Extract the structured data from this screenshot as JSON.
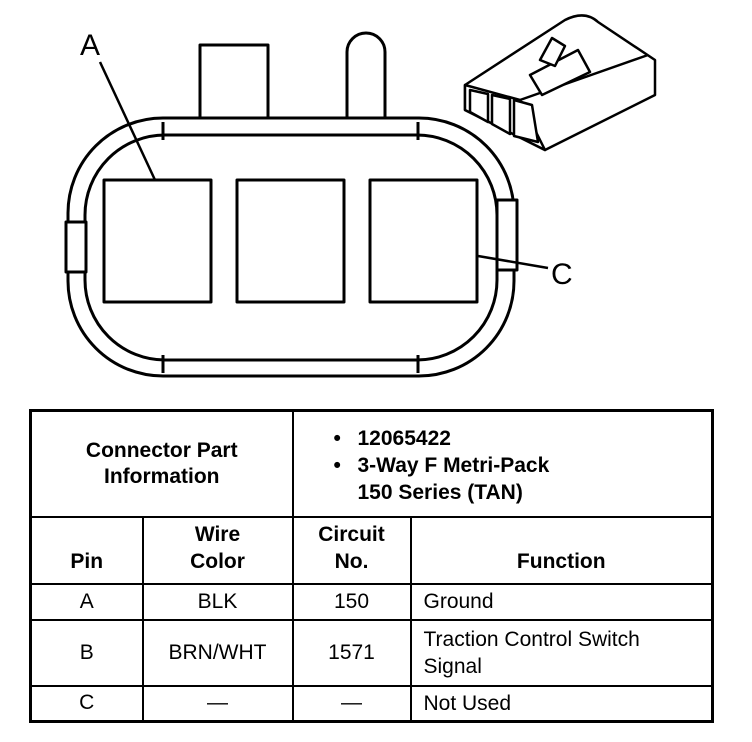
{
  "diagram": {
    "callout_a": "A",
    "callout_c": "C"
  },
  "connector_info": {
    "label_line1": "Connector Part",
    "label_line2": "Information",
    "part_number": "12065422",
    "description_line1": "3-Way F Metri-Pack",
    "description_line2": "150 Series (TAN)"
  },
  "table": {
    "headers": {
      "pin": "Pin",
      "wire_color_line1": "Wire",
      "wire_color_line2": "Color",
      "circuit_line1": "Circuit",
      "circuit_line2": "No.",
      "function": "Function"
    },
    "rows": [
      {
        "pin": "A",
        "wire_color": "BLK",
        "circuit": "150",
        "function_line1": "Ground",
        "function_line2": ""
      },
      {
        "pin": "B",
        "wire_color": "BRN/WHT",
        "circuit": "1571",
        "function_line1": "Traction Control Switch",
        "function_line2": "Signal"
      },
      {
        "pin": "C",
        "wire_color": "—",
        "circuit": "—",
        "function_line1": "Not Used",
        "function_line2": ""
      }
    ]
  }
}
